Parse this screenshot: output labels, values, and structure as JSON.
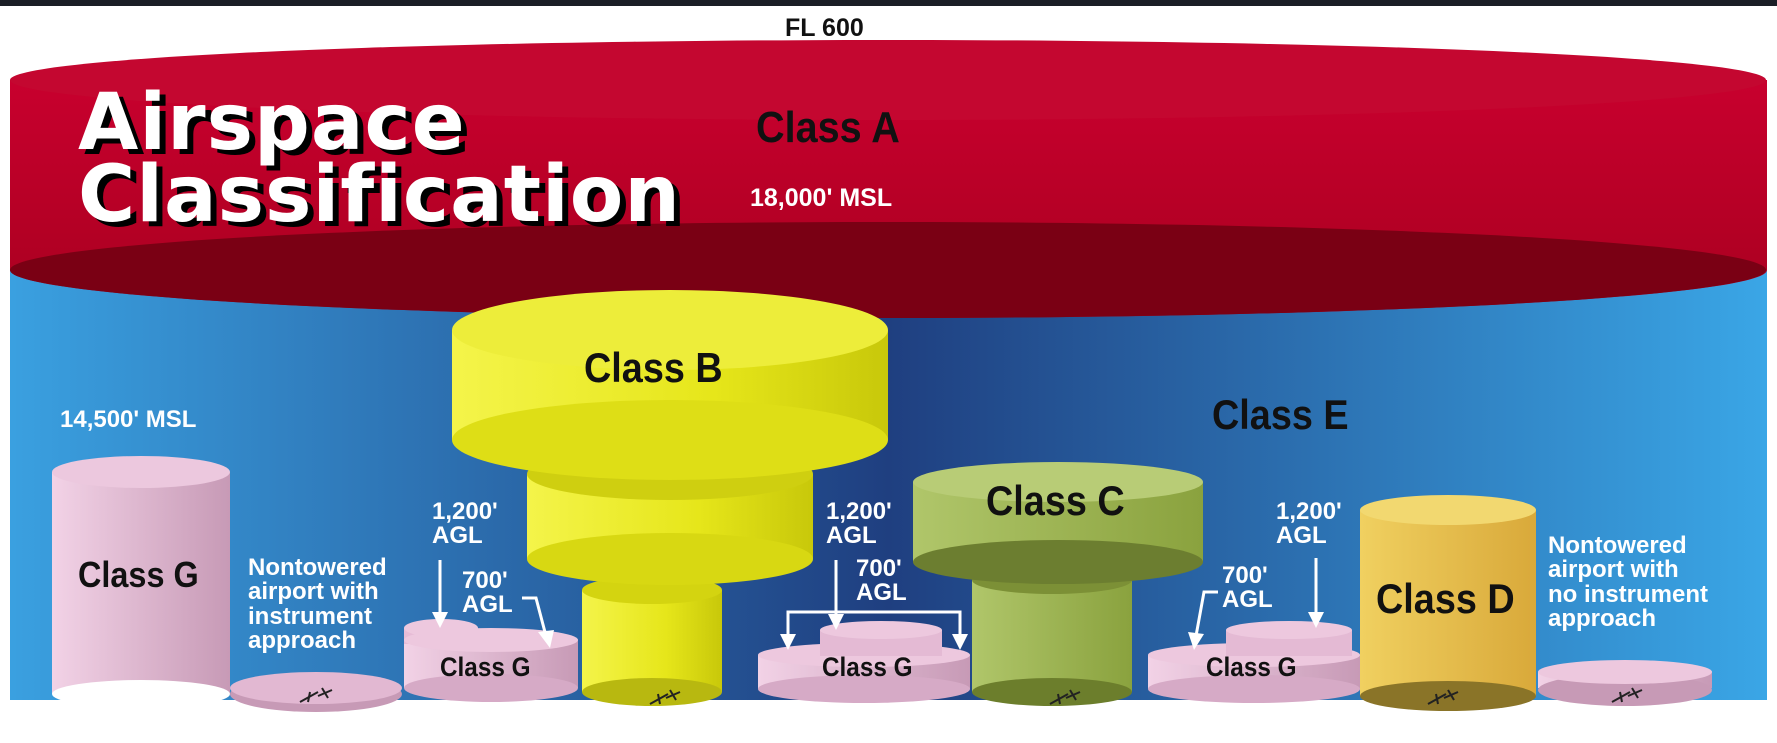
{
  "title": "Airspace\nClassification",
  "top_label": "FL 600",
  "class_a": {
    "name": "Class A",
    "floor": "18,000' MSL"
  },
  "class_b": {
    "name": "Class B"
  },
  "class_c": {
    "name": "Class C"
  },
  "class_d": {
    "name": "Class D"
  },
  "class_e": {
    "name": "Class E"
  },
  "class_g_tall": {
    "name": "Class G",
    "ceiling": "14,500' MSL"
  },
  "class_g_small": [
    "Class G",
    "Class G",
    "Class G"
  ],
  "altitudes": {
    "agl_1200": "1,200'\nAGL",
    "agl_700": "700'\nAGL"
  },
  "airports": {
    "nontowered_with_approach": "Nontowered\nairport with\ninstrument\napproach",
    "nontowered_no_approach": "Nontowered\nairport with\nno instrument\napproach"
  },
  "colors": {
    "class_a": "#b8002a",
    "class_e_dark": "#1f3f80",
    "class_e_light": "#3aa0e0",
    "class_b": "#e6e81e",
    "class_c": "#9ab04e",
    "class_d": "#e8c24a",
    "class_g": "#e6bcd6"
  }
}
